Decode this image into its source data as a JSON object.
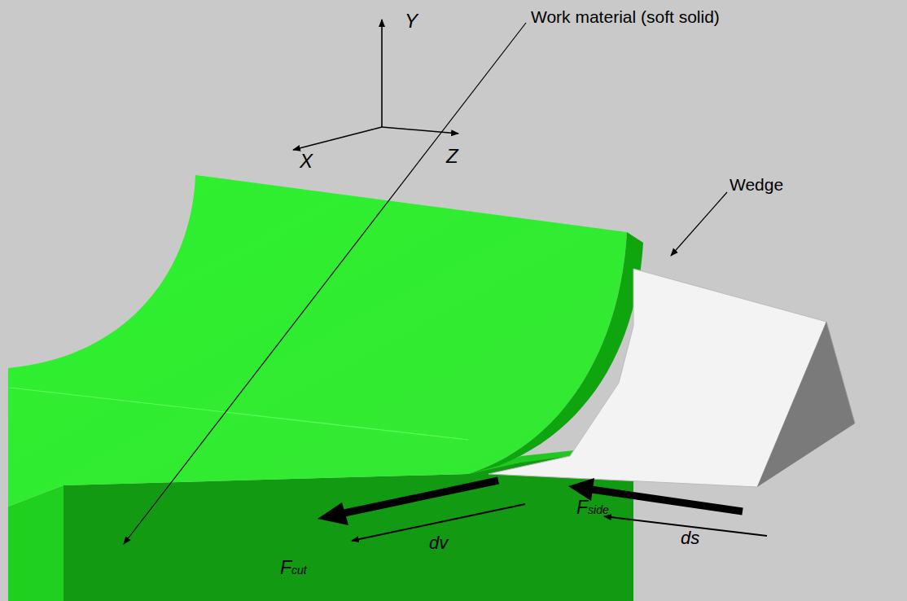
{
  "diagram": {
    "labels": [
      "Y",
      "X",
      "Z",
      "Work material (soft solid)",
      "Wedge",
      "Fcut",
      "dv",
      "Fside",
      "ds"
    ]
  }
}
